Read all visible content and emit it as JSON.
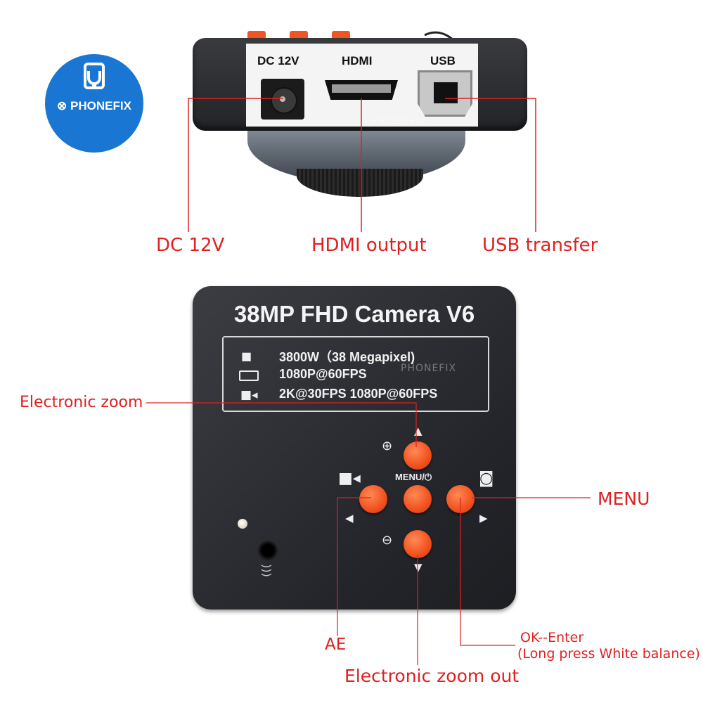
{
  "logo": {
    "brand": "PHONEFIX"
  },
  "top_view": {
    "ports": [
      {
        "label": "DC 12V"
      },
      {
        "label": "HDMI"
      },
      {
        "label": "USB"
      }
    ],
    "watermark": "PHONEFIX"
  },
  "callouts_top": {
    "dc": "DC 12V",
    "hdmi": "HDMI output",
    "usb": "USB transfer"
  },
  "front_panel": {
    "title": "38MP FHD Camera V6",
    "specs": [
      {
        "icon": "camera-icon",
        "text": "3800W（38 Megapixel)"
      },
      {
        "icon": "hdmi-icon",
        "text": "1080P@60FPS"
      },
      {
        "icon": "video-camera-icon",
        "text": "2K@30FPS 1080P@60FPS"
      }
    ],
    "watermark": "PHONEFIX",
    "menu_label": "MENU/⏻"
  },
  "callouts_front": {
    "zoom_in": "Electronic zoom",
    "menu": "MENU",
    "ae": "AE",
    "ok_line1": "OK--Enter",
    "ok_line2": "(Long press White balance)",
    "zoom_out": "Electronic zoom out"
  },
  "colors": {
    "accent_red": "#e02020",
    "button_orange": "#f1501e",
    "body_dark": "#2b2c30",
    "logo_blue": "#1976d2"
  }
}
